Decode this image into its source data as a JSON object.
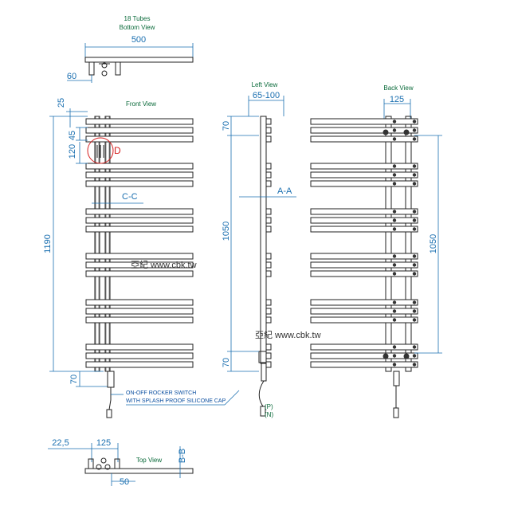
{
  "labels": {
    "tubes": "18 Tubes",
    "bottom_view": "Bottom View",
    "front_view": "Front View",
    "left_view": "Left View",
    "back_view": "Back View",
    "top_view": "Top View",
    "detail_d": "D",
    "section_cc": "C-C",
    "section_aa": "A-A",
    "section_bb": "B-B",
    "switch_line1": "ON-OFF ROCKER SWITCH",
    "switch_line2": "WITH SPLASH PROOF SILICONE CAP",
    "wire_p": "(P)",
    "wire_n": "(N)",
    "watermark": "亞紀 www.cbk.tw"
  },
  "dimensions": {
    "bottom_width": "500",
    "bottom_offset": "60",
    "front_top": "25",
    "front_pitch": "45",
    "front_group": "120",
    "front_height": "1190",
    "front_bottom": "70",
    "left_depth": "65-100",
    "left_top": "70",
    "left_span": "1050",
    "left_bottom": "70",
    "back_spacing": "125",
    "back_span": "1050",
    "top_offset": "22,5",
    "top_spacing": "125",
    "top_depth": "50"
  }
}
